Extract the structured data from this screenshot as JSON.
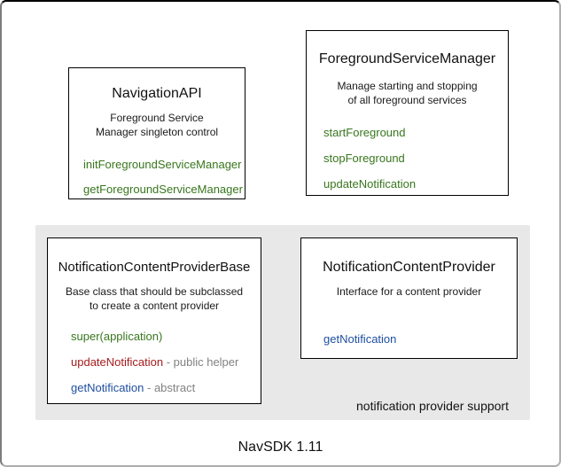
{
  "colors": {
    "method_green": "#38761d",
    "method_red": "#a61c1c",
    "method_blue": "#1f4fa0",
    "annotation_gray": "#828282",
    "panel_gray": "#e8e8e8"
  },
  "classes": {
    "navigation_api": {
      "title": "NavigationAPI",
      "description": [
        "Foreground Service",
        "Manager singleton control"
      ],
      "methods": [
        {
          "name": "initForegroundServiceManager"
        },
        {
          "name": "getForegroundServiceManager"
        }
      ]
    },
    "foreground_service_manager": {
      "title": "ForegroundServiceManager",
      "description": [
        "Manage starting and stopping",
        "of all foreground services"
      ],
      "methods": [
        {
          "name": "startForeground"
        },
        {
          "name": "stopForeground"
        },
        {
          "name": "updateNotification"
        }
      ]
    },
    "notification_content_provider_base": {
      "title": "NotificationContentProviderBase",
      "description": [
        "Base class that should be subclassed",
        "to create a content provider"
      ],
      "methods": [
        {
          "name": "super(application)"
        },
        {
          "name": "updateNotification",
          "suffix": " - public helper"
        },
        {
          "name": "getNotification",
          "suffix": " - abstract"
        }
      ]
    },
    "notification_content_provider": {
      "title": "NotificationContentProvider",
      "description": [
        "Interface for a content provider"
      ],
      "methods": [
        {
          "name": "getNotification"
        }
      ]
    }
  },
  "panel": {
    "label": "notification provider support"
  },
  "footer": {
    "label": "NavSDK 1.11"
  }
}
